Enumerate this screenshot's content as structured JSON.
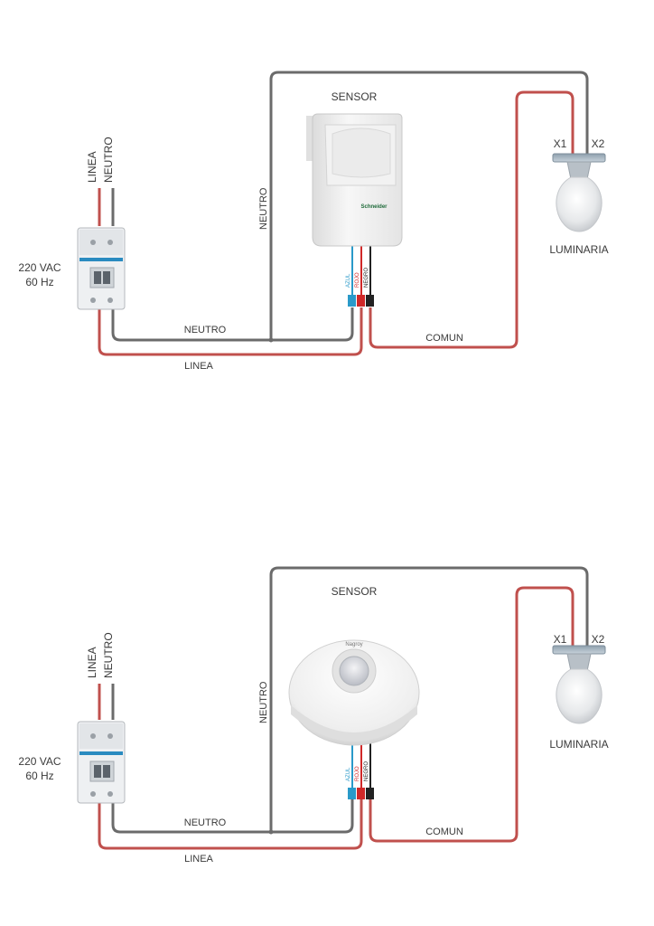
{
  "diagrams": [
    {
      "sensor_label": "SENSOR",
      "luminaria_label": "LUMINARIA",
      "x1": "X1",
      "x2": "X2",
      "supply_line1": "220 VAC",
      "supply_line2": "60 Hz",
      "linea_vertical": "LINEA",
      "neutro_vertical": "NEUTRO",
      "neutro_wire": "NEUTRO",
      "neutro_mid": "NEUTRO",
      "linea_wire": "LINEA",
      "comun_wire": "COMUN",
      "lead_azul": "AZUL",
      "lead_rojo": "ROJO",
      "lead_negro": "NEGRO",
      "brand": "Schneider"
    },
    {
      "sensor_label": "SENSOR",
      "luminaria_label": "LUMINARIA",
      "x1": "X1",
      "x2": "X2",
      "supply_line1": "220 VAC",
      "supply_line2": "60 Hz",
      "linea_vertical": "LINEA",
      "neutro_vertical": "NEUTRO",
      "neutro_wire": "NEUTRO",
      "neutro_mid": "NEUTRO",
      "linea_wire": "LINEA",
      "comun_wire": "COMUN",
      "lead_azul": "AZUL",
      "lead_rojo": "ROJO",
      "lead_negro": "NEGRO",
      "brand": "Nagroy"
    }
  ],
  "colors": {
    "neutral_wire": "#6b6b6b",
    "line_wire": "#c0504d",
    "terminal_blue": "#2a9ac9",
    "terminal_red": "#d02828",
    "terminal_black": "#222222"
  }
}
